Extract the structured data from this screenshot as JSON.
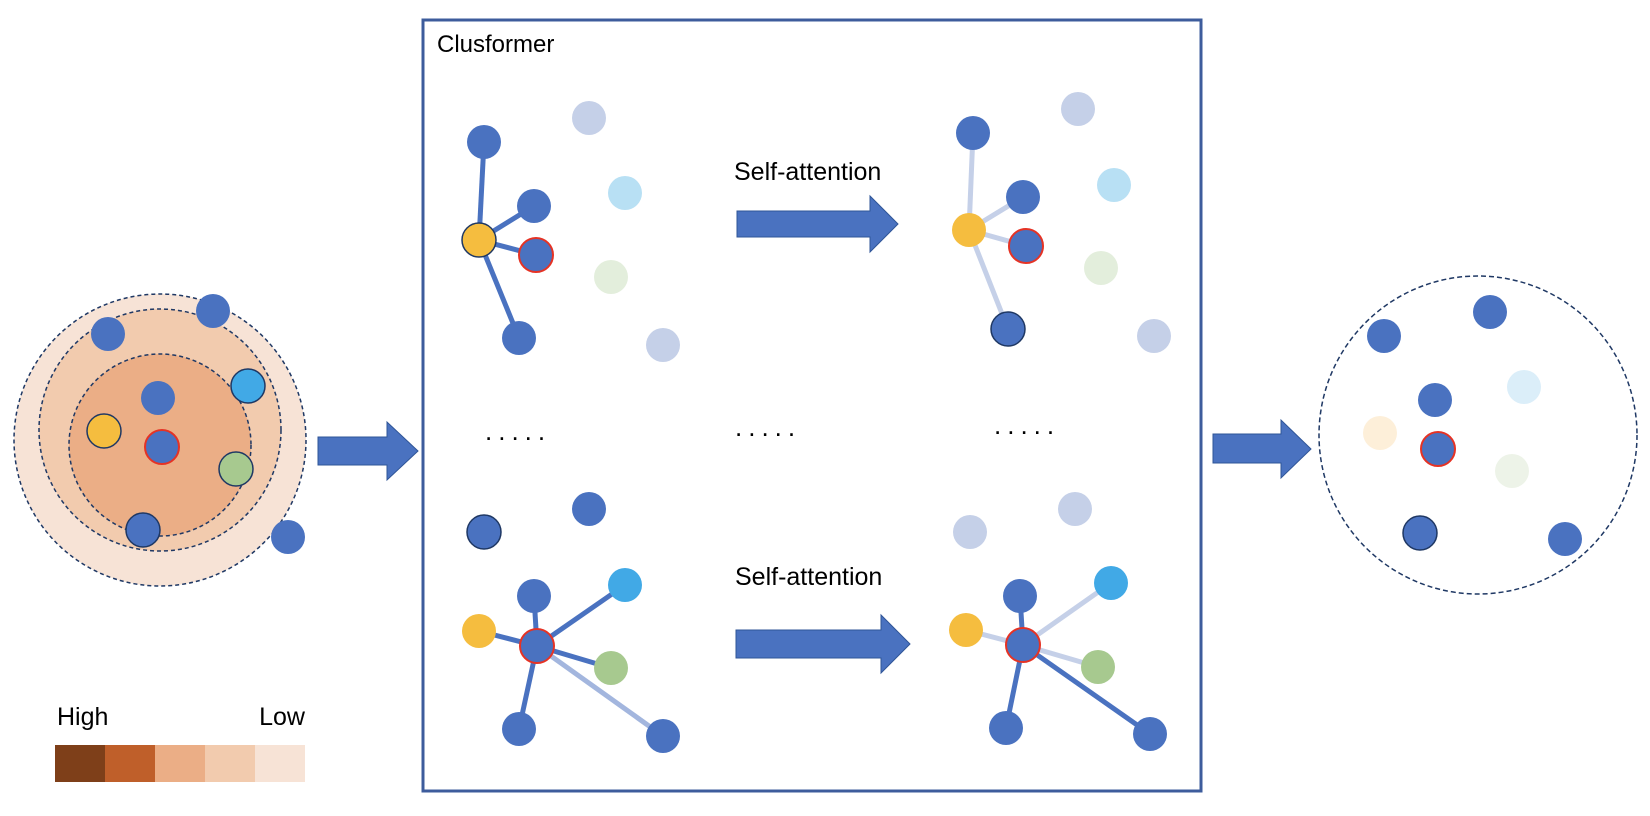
{
  "module_title": "Clusformer",
  "self_attention_top": "Self-attention",
  "self_attention_bottom": "Self-attention",
  "ellipsis": ".....",
  "legend": {
    "high_label": "High",
    "low_label": "Low",
    "swatches": [
      "#7e3f19",
      "#bf5f2a",
      "#ebae86",
      "#f2cbae",
      "#f7e3d6"
    ]
  },
  "colors": {
    "node_blue": "#4a72c0",
    "node_orange": "#f5bd3f",
    "node_cyan": "#41a9e6",
    "node_green": "#a7c98f",
    "center_outline": "#e53325",
    "frame": "#3d5c9c",
    "arrow": "#4a72c0"
  }
}
